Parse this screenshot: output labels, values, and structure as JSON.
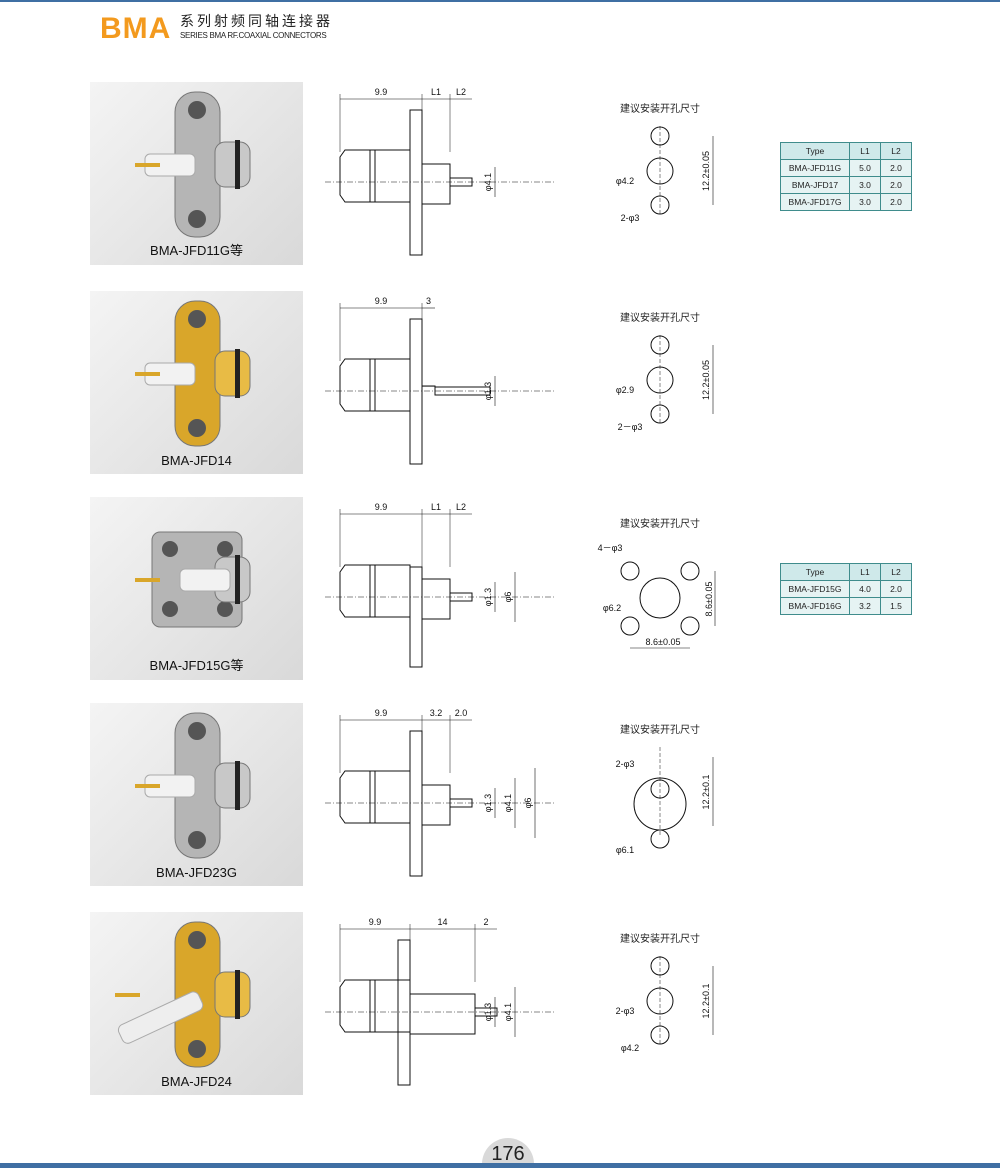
{
  "header": {
    "logo": "BMA",
    "title_cn": "系列射频同轴连接器",
    "title_en": "SERIES BMA RF.COAXIAL CONNECTORS"
  },
  "page_number": "176",
  "rows": [
    {
      "name": "BMA-JFD11G等",
      "finish": "silver",
      "shape": "2hole",
      "dims_top": [
        "9.9",
        "L1",
        "L2"
      ],
      "dims_side": [
        "φ4.1"
      ],
      "hole_title": "建议安装开孔尺寸",
      "hole_labels": [
        "φ4.2",
        "2-φ3",
        "12.2±0.05"
      ],
      "table": {
        "headers": [
          "Type",
          "L1",
          "L2"
        ],
        "rows": [
          [
            "BMA-JFD11G",
            "5.0",
            "2.0"
          ],
          [
            "BMA-JFD17",
            "3.0",
            "2.0"
          ],
          [
            "BMA-JFD17G",
            "3.0",
            "2.0"
          ]
        ]
      }
    },
    {
      "name": "BMA-JFD14",
      "finish": "gold",
      "shape": "2hole",
      "dims_top": [
        "9.9",
        "3"
      ],
      "dims_side": [
        "φ1.3"
      ],
      "hole_title": "建议安装开孔尺寸",
      "hole_labels": [
        "φ2.9",
        "2－φ3",
        "12.2±0.05"
      ]
    },
    {
      "name": "BMA-JFD15G等",
      "finish": "silver",
      "shape": "4hole",
      "dims_top": [
        "9.9",
        "L1",
        "L2"
      ],
      "dims_side": [
        "φ1.3",
        "φ6"
      ],
      "hole_title": "建议安装开孔尺寸",
      "hole_labels": [
        "4－φ3",
        "φ6.2",
        "8.6±0.05",
        "8.6±0.05"
      ],
      "table": {
        "headers": [
          "Type",
          "L1",
          "L2"
        ],
        "rows": [
          [
            "BMA-JFD15G",
            "4.0",
            "2.0"
          ],
          [
            "BMA-JFD16G",
            "3.2",
            "1.5"
          ]
        ]
      }
    },
    {
      "name": "BMA-JFD23G",
      "finish": "silver",
      "shape": "2hole",
      "dims_top": [
        "9.9",
        "3.2",
        "2.0"
      ],
      "dims_side": [
        "φ1.3",
        "φ4.1",
        "φ6"
      ],
      "hole_title": "建议安装开孔尺寸",
      "hole_labels": [
        "2-φ3",
        "φ6.1",
        "12.2±0.1"
      ]
    },
    {
      "name": "BMA-JFD24",
      "finish": "gold",
      "shape": "2hole",
      "dims_top": [
        "9.9",
        "14",
        "2"
      ],
      "dims_side": [
        "φ1.3",
        "φ4.1"
      ],
      "hole_title": "建议安装开孔尺寸",
      "hole_labels": [
        "2-φ3",
        "φ4.2",
        "12.2±0.1"
      ]
    }
  ],
  "colors": {
    "accent": "#f39a1e",
    "rule": "#3f6fa3",
    "gold": "#d9a62a",
    "silver": "#a8a8a8"
  }
}
